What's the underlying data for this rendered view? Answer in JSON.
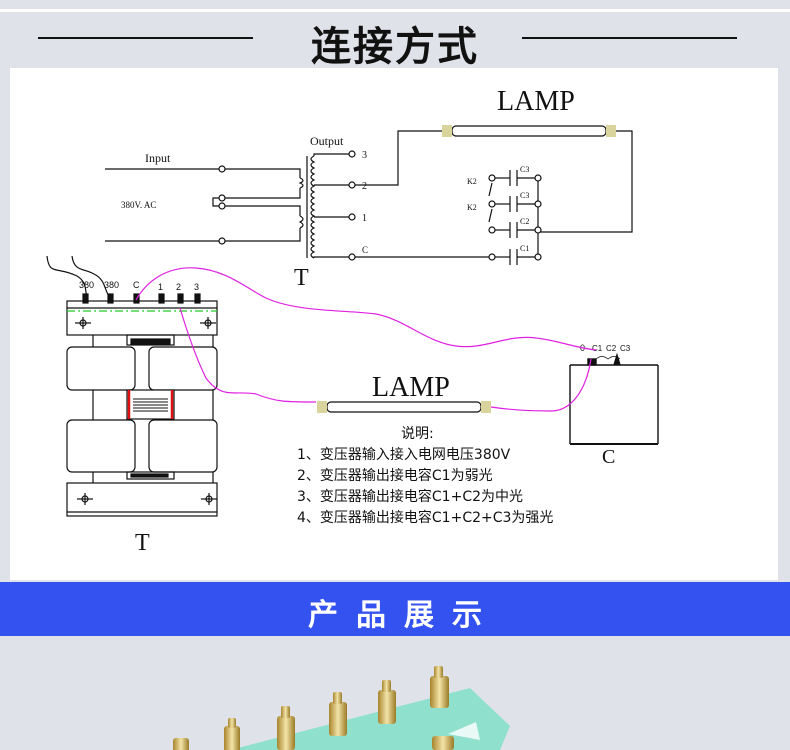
{
  "header": {
    "title": "连接方式"
  },
  "diagram": {
    "schematic": {
      "input_label": "Input",
      "voltage_label": "380V. AC",
      "output_label": "Output",
      "output_taps": [
        "3",
        "2",
        "1",
        "C"
      ],
      "transformer_label": "T",
      "lamp_label": "LAMP",
      "switch_labels": [
        "K2",
        "K2"
      ],
      "capacitor_labels": [
        "C3",
        "C3",
        "C2",
        "C1"
      ]
    },
    "physical": {
      "terminal_labels": [
        "380",
        "380",
        "C",
        "1",
        "2",
        "3"
      ],
      "transformer_label": "T",
      "lamp_label": "LAMP",
      "capacitor_terminals": [
        "0",
        "C1",
        "C2",
        "C3"
      ],
      "capacitor_label": "C"
    },
    "notes": {
      "heading": "说明:",
      "items": [
        "1、变压器输入接入电网电压380V",
        "2、变压器输出接电容C1为弱光",
        "3、变压器输出接电容C1+C2为中光",
        "4、变压器输出接电容C1+C2+C3为强光"
      ]
    },
    "colors": {
      "wire": "#e020e0",
      "ground_line": "#22cc22",
      "coil_red": "#dd1111",
      "lamp_cap": "#d8d49c"
    }
  },
  "banner": {
    "title": "产品展示",
    "color": "#3352f0"
  },
  "photo": {
    "description": "transformer product photo with brass terminals"
  }
}
